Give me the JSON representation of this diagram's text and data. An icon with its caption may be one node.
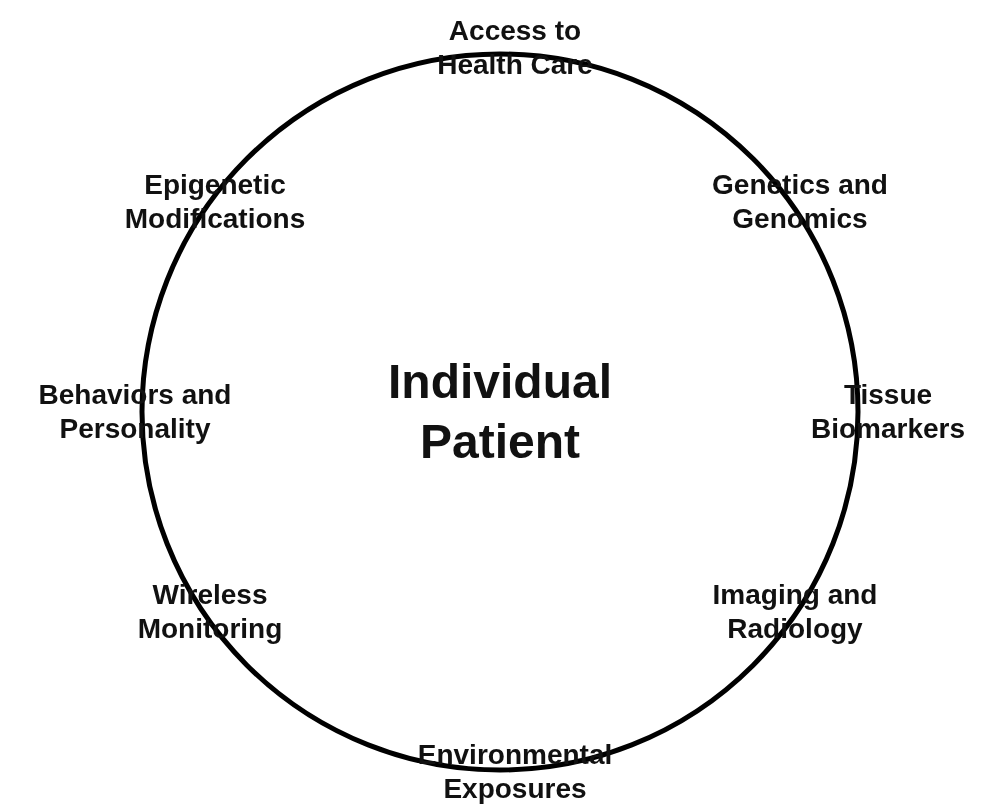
{
  "diagram": {
    "nodes": [
      {
        "text": [
          "Individual Patient"
        ]
      }
    ],
    "labels": [
      "Access to Health Care",
      "Epigenetic Modifications",
      "Genetics and Genomics",
      "Behaviors and Personality",
      "Tissue Biomarkers",
      "Wireless Monitoring",
      "Imaging and Radiology",
      "Environmental Exposures"
    ]
  }
}
